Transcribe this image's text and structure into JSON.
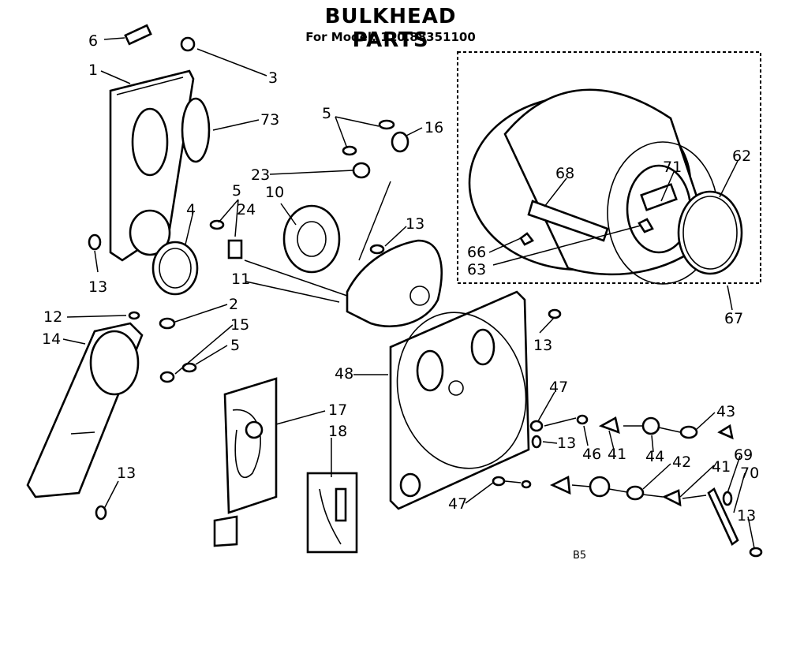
{
  "header": {
    "title": "BULKHEAD PARTS",
    "subtitle": "For Model: 110.88351100"
  },
  "page_code": "B5",
  "callouts": [
    "6",
    "3",
    "1",
    "73",
    "5",
    "16",
    "23",
    "10",
    "5",
    "24",
    "4",
    "13",
    "13",
    "11",
    "12",
    "2",
    "14",
    "15",
    "5",
    "13",
    "48",
    "17",
    "18",
    "47",
    "13",
    "46",
    "41",
    "44",
    "42",
    "43",
    "41",
    "69",
    "70",
    "13",
    "47",
    "13",
    "66",
    "68",
    "63",
    "71",
    "62",
    "67"
  ]
}
